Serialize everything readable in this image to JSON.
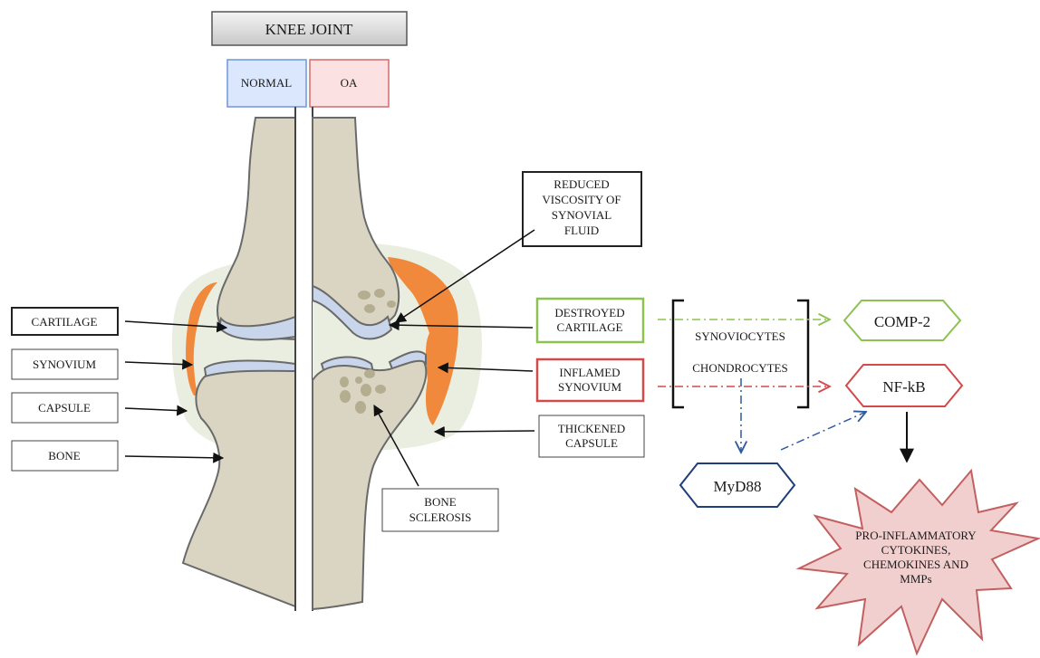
{
  "title": "KNEE JOINT",
  "tabs": {
    "normal": "NORMAL",
    "oa": "OA"
  },
  "left_labels": {
    "cartilage": "CARTILAGE",
    "synovium": "SYNOVIUM",
    "capsule": "CAPSULE",
    "bone": "BONE"
  },
  "oa_labels": {
    "reduced_viscosity": [
      "REDUCED",
      "VISCOSITY OF",
      "SYNOVIAL",
      "FLUID"
    ],
    "destroyed_cartilage": [
      "DESTROYED",
      "CARTILAGE"
    ],
    "inflamed_synovium": [
      "INFLAMED",
      "SYNOVIUM"
    ],
    "thickened_capsule": [
      "THICKENED",
      "CAPSULE"
    ],
    "bone_sclerosis": [
      "BONE",
      "SCLEROSIS"
    ]
  },
  "cells": {
    "synoviocytes": "SYNOVIOCYTES",
    "chondrocytes": "CHONDROCYTES"
  },
  "nodes": {
    "comp2": "COMP-2",
    "nfkb": "NF-kB",
    "myd88": "MyD88"
  },
  "burst_lines": [
    "PRO-INFLAMMATORY",
    "CYTOKINES,",
    "CHEMOKINES AND",
    "MMPs"
  ],
  "colors": {
    "normal_fill": "#dae7fc",
    "normal_stroke": "#6f97d8",
    "oa_fill": "#fbe1e1",
    "oa_stroke": "#d46b6b",
    "bone": "#d9d5c2",
    "bone_stroke": "#6a6a6a",
    "cartilage": "#c9d5ea",
    "synovium": "#f0893c",
    "capsule": "#eaeee0",
    "green": "#8dc252",
    "red": "#d24a4a",
    "navy": "#1f3f7a",
    "blue_dash": "#2f5a9e",
    "burst_fill": "#f2cfcf",
    "burst_stroke": "#c26060"
  }
}
